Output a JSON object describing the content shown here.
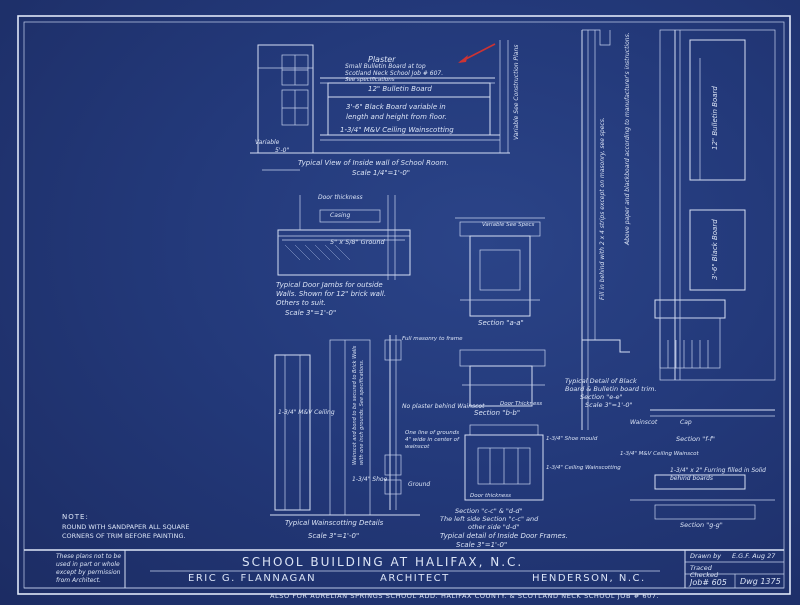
{
  "title_block": {
    "title": "SCHOOL BUILDING AT HALIFAX, N.C.",
    "architect_name": "ERIC G. FLANNAGAN",
    "architect_role": "ARCHITECT",
    "city": "HENDERSON, N.C.",
    "footer": "ALSO FOR AURELIAN SPRINGS SCHOOL ADD. HALIFAX COUNTY. & SCOTLAND NECK SCHOOL JOB # 607.",
    "drawn_by_label": "Drawn by",
    "drawn_by_value": "E.G.F. Aug 27",
    "traced_label": "Traced",
    "checked_label": "Checked",
    "job_no": "Job# 605",
    "dwg_no": "Dwg 1375"
  },
  "notes": {
    "note_label": "NOTE:",
    "note_text_1": "ROUND WITH SANDPAPER ALL SQUARE",
    "note_text_2": "CORNERS OF TRIM BEFORE PAINTING.",
    "restriction_1": "These plans not to be",
    "restriction_2": "used in part or whole",
    "restriction_3": "except by permission",
    "restriction_4": "from Architect."
  },
  "top_view": {
    "plaster": "Plaster",
    "shelf_1": "Small Bulletin Board at top",
    "shelf_2": "Scotland Neck School Job # 607.",
    "shelf_3": "See specifications",
    "bulletin": "12\" Bulletin Board",
    "blackboard_1": "3'-6\" Black Board variable in",
    "blackboard_2": "length and height from floor.",
    "wainscot": "1-3/4\" M&V Ceiling Wainscotting",
    "variable": "Variable",
    "dim": "5'-0\"",
    "side_note": "Variable See Construction Plans",
    "caption": "Typical View of Inside wall of School Room.",
    "scale": "Scale 1/4\"=1'-0\""
  },
  "door_jamb": {
    "door_thickness": "Door thickness",
    "casing": "Casing",
    "ground": "5\" x 5/8\" Ground",
    "caption_1": "Typical Door Jambs for outside",
    "caption_2": "Walls. Shown for 12\" brick wall.",
    "caption_3": "Others to suit.",
    "scale": "Scale 3\"=1'-0\""
  },
  "section_aa": {
    "variable": "Variable See Specs",
    "caption": "Section \"a-a\""
  },
  "section_bb": {
    "caption": "Section \"b-b\"",
    "door_thickness": "Door Thickness"
  },
  "section_cc": {
    "caption_1": "Section \"c-c\" & \"d-d\"",
    "caption_2": "The left side Section \"c-c\" and",
    "caption_3": "other side \"d-d\"",
    "door_thickness": "Door thickness",
    "shoe": "1-3/4\" Shoe mould",
    "ceiling": "1-3/4\" Ceiling Wainscotting",
    "frames_caption": "Typical detail of Inside Door Frames.",
    "frames_scale": "Scale 3\"=1'-0\""
  },
  "wainscot": {
    "masonry": "Full masonry to frame",
    "no_plaster": "No plaster behind Wainscot",
    "grounds": "One line of grounds 4\" wide in center of wainscot",
    "ground": "Ground",
    "ceiling": "1-3/4\" M&V Ceiling",
    "shoe": "1-3/4\" Shoe",
    "vertical_note": "Wainscot and bond to be secured to Brick Walls with one inch grounds. See specifications.",
    "caption": "Typical Wainscotting Details",
    "scale": "Scale 3\"=1'-0\""
  },
  "blackboard_detail": {
    "fill_note": "Fill in behind with 2 x 4 strips except on masonry, see specs.",
    "paper_note": "Above paper and blackboard according to manufacturer's instructions.",
    "bulletin": "12\" Bulletin Board",
    "blackboard": "3'-6\" Black Board",
    "caption_1": "Typical Detail of Black",
    "caption_2": "Board & Bulletin board trim.",
    "caption_3": "Section \"e-e\"",
    "scale": "Scale 3\"=1'-0\"",
    "wainscot": "Wainscot",
    "cap": "Cap",
    "section_ff": "Section \"f-f\"",
    "ceiling": "1-3/4\" M&V Ceiling Wainscot",
    "furring": "1-3/4\" x 2\" Furring filled in Solid behind boards",
    "section_gg": "Section \"g-g\""
  }
}
